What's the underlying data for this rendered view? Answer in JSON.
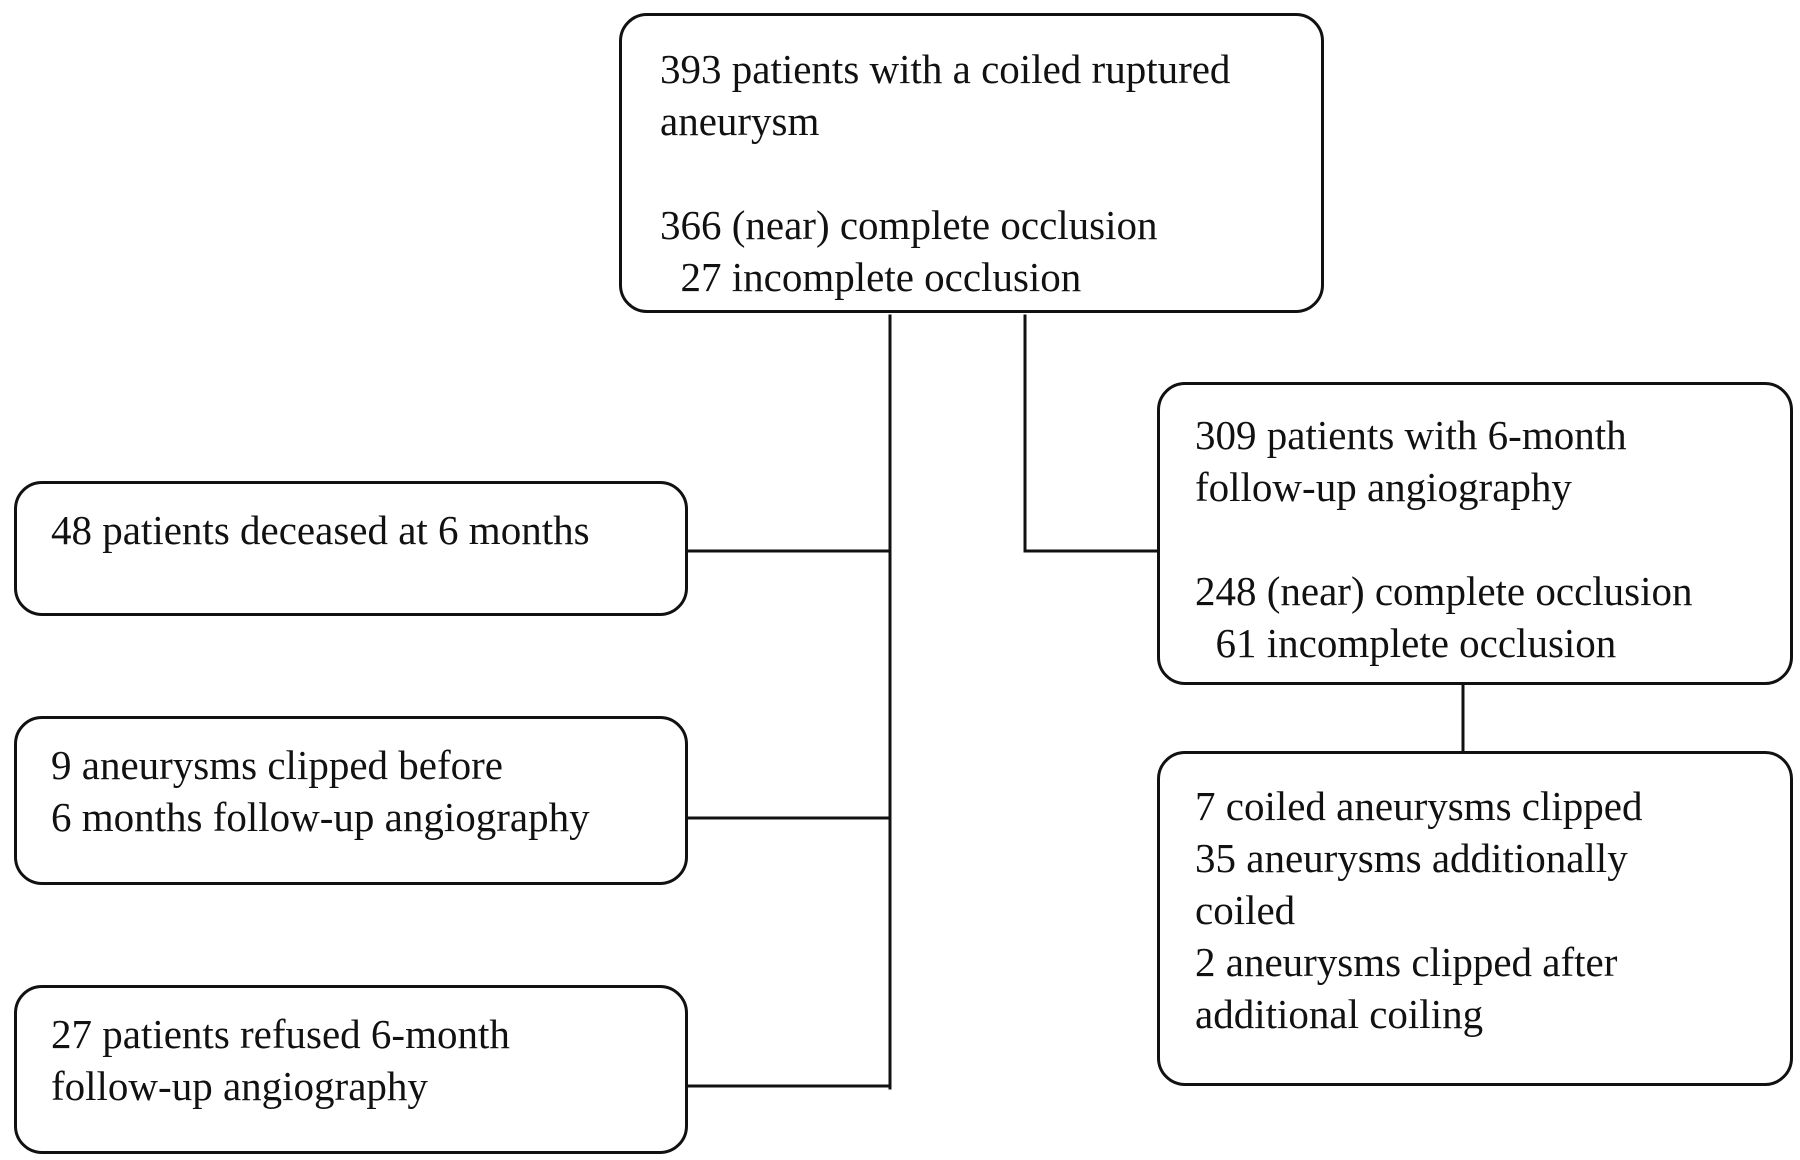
{
  "flowchart": {
    "top_box": {
      "line1": "393 patients with a coiled ruptured",
      "line2": "aneurysm",
      "line3": "366 (near) complete occlusion",
      "line4": "  27 incomplete occlusion"
    },
    "deceased_box": {
      "line1": "48 patients deceased at 6 months"
    },
    "clipped_before_box": {
      "line1": "9 aneurysms clipped before",
      "line2": "6 months follow-up angiography"
    },
    "refused_box": {
      "line1": "27 patients refused 6-month",
      "line2": "follow-up angiography"
    },
    "followup_box": {
      "line1": "309 patients with 6-month",
      "line2": "follow-up angiography",
      "line3": "248 (near) complete occlusion",
      "line4": "  61 incomplete occlusion"
    },
    "outcomes_box": {
      "line1": "7 coiled aneurysms clipped",
      "line2": "35 aneurysms additionally",
      "line3": "coiled",
      "line4": "2 aneurysms clipped after",
      "line5": "additional coiling"
    }
  },
  "colors": {
    "border": "#111111",
    "background": "#ffffff",
    "text": "#111111"
  }
}
